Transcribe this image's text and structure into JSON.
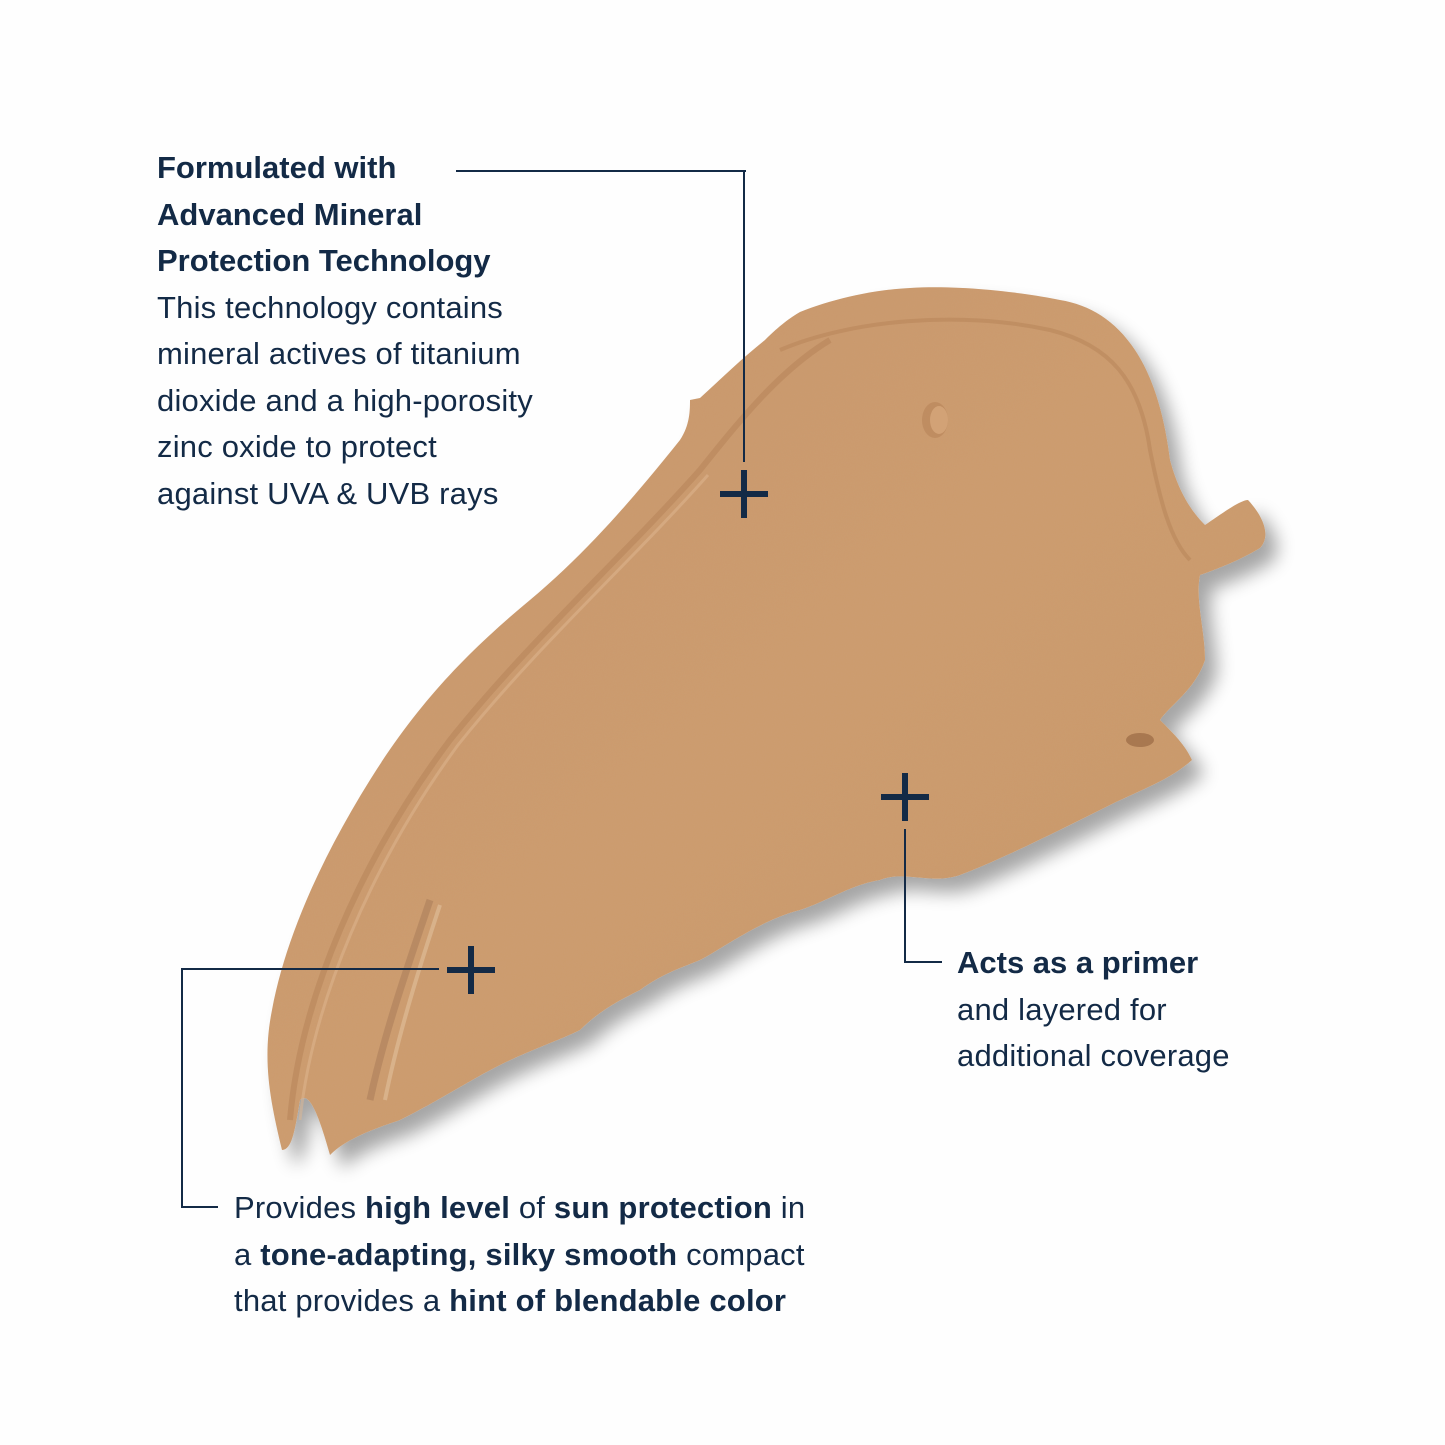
{
  "colors": {
    "text": "#132a46",
    "background": "#fefefe",
    "swatch_base": "#cc9a6c",
    "swatch_shadow": "#b07d52",
    "swatch_highlight": "#dcb08a"
  },
  "swatch": {
    "icon": "foundation-swatch-image"
  },
  "callouts": [
    {
      "id": "mineral-protection",
      "title_lines": [
        "Formulated with",
        "Advanced Mineral",
        "Protection Technology"
      ],
      "body_lines": [
        "This technology contains",
        "mineral actives of titanium",
        "dioxide and a high-porosity",
        "zinc oxide to protect",
        "against UVA & UVB rays"
      ],
      "marker": "plus-icon"
    },
    {
      "id": "primer",
      "title_lines": [
        "Acts as a primer"
      ],
      "body_lines": [
        "and layered for",
        "additional coverage"
      ],
      "marker": "plus-icon"
    },
    {
      "id": "sun-protection",
      "segments": [
        [
          {
            "text": "Provides ",
            "bold": false
          },
          {
            "text": "high level",
            "bold": true
          },
          {
            "text": " of ",
            "bold": false
          },
          {
            "text": "sun protection",
            "bold": true
          },
          {
            "text": " in",
            "bold": false
          }
        ],
        [
          {
            "text": "a ",
            "bold": false
          },
          {
            "text": "tone-adapting, silky smooth",
            "bold": true
          },
          {
            "text": " compact",
            "bold": false
          }
        ],
        [
          {
            "text": "that provides a ",
            "bold": false
          },
          {
            "text": "hint of blendable color",
            "bold": true
          }
        ]
      ],
      "marker": "plus-icon"
    }
  ]
}
